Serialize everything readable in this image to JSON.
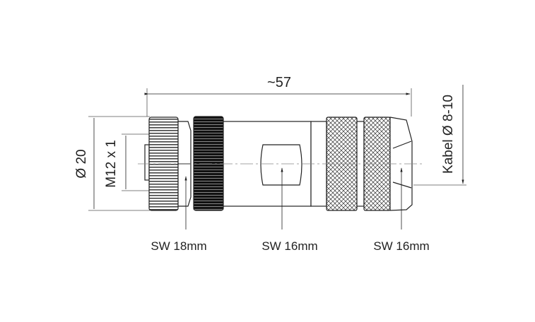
{
  "dimensions": {
    "length": "~57",
    "outer_diameter": "Ø 20",
    "thread": "M12 x 1",
    "cable": "Kabel Ø 8-10"
  },
  "wrench_sizes": [
    "SW 18mm",
    "SW 16mm",
    "SW 16mm"
  ],
  "colors": {
    "line": "#222222",
    "dim": "#555555"
  }
}
